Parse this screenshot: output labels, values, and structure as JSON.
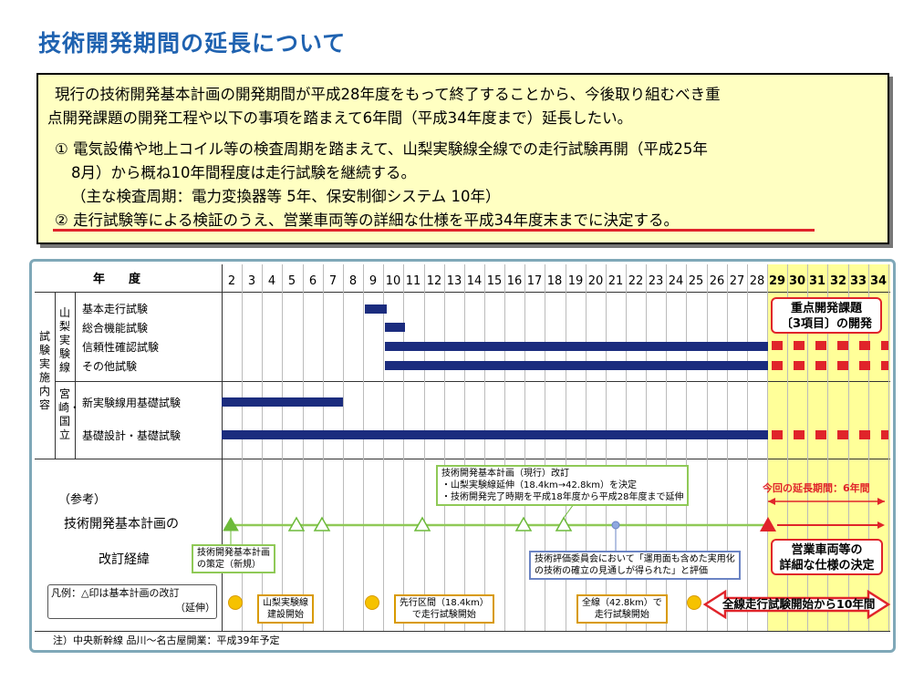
{
  "title": "技術開発期間の延長について",
  "summary": {
    "intro_line1": "現行の技術開発基本計画の開発期間が平成28年度をもって終了することから、今後取り組むべき重",
    "intro_line2": "点開発課題の開発工程や以下の事項を踏まえて6年間（平成34年度まで）延長したい。",
    "item1_line1": "① 電気設備や地上コイル等の検査周期を踏まえて、山梨実験線全線での走行試験再開（平成25年",
    "item1_line2": "8月）から概ね10年間程度は走行試験を継続する。",
    "item1_line3": "（主な検査周期：電力変換器等 5年、保安制御システム 10年）",
    "item2": "② 走行試験等による検証のうえ、営業車両等の詳細な仕様を平成34年度末までに決定する。"
  },
  "chart": {
    "header_label": "年　　度",
    "years": [
      "2",
      "3",
      "4",
      "5",
      "6",
      "7",
      "8",
      "9",
      "10",
      "11",
      "12",
      "13",
      "14",
      "15",
      "16",
      "17",
      "18",
      "19",
      "20",
      "21",
      "22",
      "23",
      "24",
      "25",
      "26",
      "27",
      "28",
      "29",
      "30",
      "31",
      "32",
      "33",
      "34"
    ],
    "left_group_label": "試験実施内容",
    "yamanashi_label": "山梨実験線",
    "miyazaki_label": "宮崎・国立",
    "rows": [
      {
        "label": "基本走行試験"
      },
      {
        "label": "総合機能試験"
      },
      {
        "label": "信頼性確認試験"
      },
      {
        "label": "その他試験"
      },
      {
        "label": "新実験線用基礎試験"
      },
      {
        "label": "基礎設計・基礎試験"
      }
    ],
    "key_topics_box": "重点開発課題\n〔3項目〕の開発",
    "reference_label": "（参考）",
    "plan_revision_label_1": "技術開発基本計画の",
    "plan_revision_label_2": "改訂経緯",
    "legend_text_1": "凡例：△印は基本計画の改訂",
    "legend_text_2": "（延伸）",
    "extension_period_label": "今回の延長期間：6年間",
    "callout_initial": "技術開発基本計画\nの策定（新規）",
    "callout_current": "技術開発基本計画（現行）改訂\n・山梨実験線延伸（18.4km→42.8km）を決定\n・技術開発完了時期を平成18年度から平成28年度まで延伸",
    "callout_evaluation": "技術評価委員会において「運用面も含めた実用化\nの技術の確立の見通しが得られた」と評価",
    "vehicle_spec_box": "営業車両等の\n詳細な仕様の決定",
    "milestone_yamanashi": "山梨実験線\n建設開始",
    "milestone_priority": "先行区間（18.4km）\nで走行試験開始",
    "milestone_full": "全線（42.8km）で\n走行試験開始",
    "full_line_arrow": "全線走行試験開始から10年間",
    "footnote": "注）中央新幹線 品川～名古屋開業：平成39年予定",
    "colors": {
      "bar": "#1b2c7e",
      "highlight": "#ffff99",
      "red": "#e0242a",
      "green": "#8fc957",
      "blue_title": "#1f62b0"
    }
  }
}
